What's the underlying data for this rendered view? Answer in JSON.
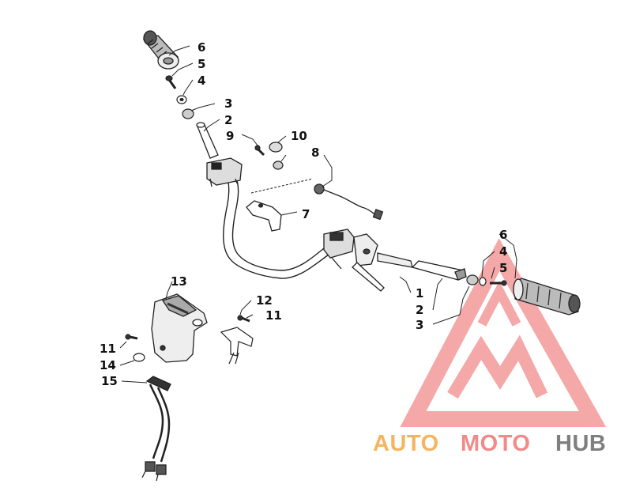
{
  "callouts": {
    "c1": "1",
    "c2": "2",
    "c3": "3",
    "c4": "4",
    "c5": "5",
    "c6": "6",
    "c7": "7",
    "c8": "8",
    "c9": "9",
    "c10": "10",
    "c11": "11",
    "c12": "12",
    "c13": "13",
    "c14": "14",
    "c15": "15"
  },
  "watermark": {
    "part1": "AUTO",
    "part2": "MOTO",
    "part3": "HUB",
    "color_orange": "#f5b560",
    "color_red": "#f28a8a",
    "color_gray": "#7f7f7f"
  },
  "icons": {
    "logo": "triangle-m-logo",
    "grip": "handlebar-grip-icon",
    "lever": "brake-lever-icon",
    "switch": "switch-housing-icon"
  }
}
